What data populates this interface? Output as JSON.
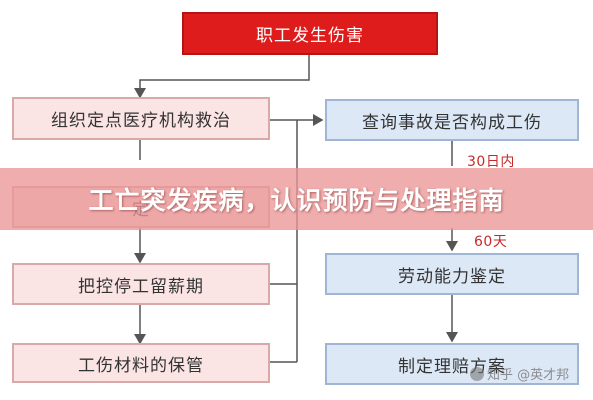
{
  "nodes": {
    "injury": "职工发生伤害",
    "rescue": "组织定点医疗机构救治",
    "hidden": "定",
    "leave": "把控停工留薪期",
    "materials": "工伤材料的保管",
    "query": "查询事故是否构成工伤",
    "appraisal": "劳动能力鉴定",
    "compensation": "制定理赔方案"
  },
  "labels": {
    "days30": "30日内",
    "days60": "60天"
  },
  "banner": {
    "title": "工亡突发疾病，认识预防与处理指南"
  },
  "watermark": {
    "text": "知乎 @英才邦"
  },
  "colors": {
    "header_fill": "#df1c1c",
    "left_fill": "#fbe4e4",
    "right_fill": "#dde8f7",
    "banner_overlay": "#eb9696",
    "label_red": "#c62b2b"
  }
}
